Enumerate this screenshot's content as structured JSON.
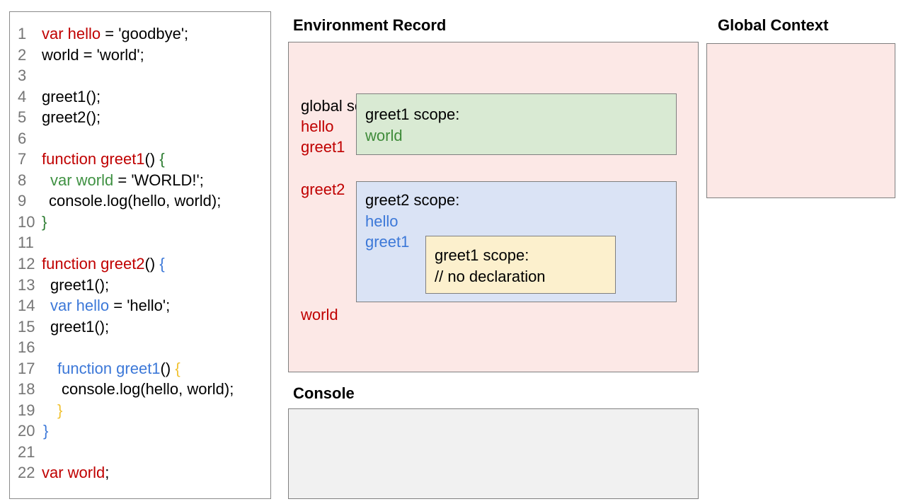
{
  "colors": {
    "red": "#c00000",
    "green": "#3f9142",
    "green_dark": "#2e7d32",
    "green_env": "#3f8b3a",
    "blue": "#3c78d8",
    "yellow": "#f1c232",
    "gray": "#757575",
    "pink_bg": "#fce8e6",
    "green_bg": "#d9ead3",
    "blue_bg": "#dae3f5",
    "yellow_bg": "#fcf0cd",
    "console_bg": "#f1f1f1",
    "border": "#7f7f7f"
  },
  "code_panel": {
    "lines": [
      {
        "n": "1",
        "indent": 0,
        "segments": [
          {
            "t": "var hello",
            "c": "red"
          },
          {
            "t": " = 'goodbye';",
            "c": "black"
          }
        ]
      },
      {
        "n": "2",
        "indent": 0,
        "segments": [
          {
            "t": "world = 'world';",
            "c": "black"
          }
        ]
      },
      {
        "n": "3",
        "indent": 0,
        "segments": []
      },
      {
        "n": "4",
        "indent": 0,
        "segments": [
          {
            "t": "greet1();",
            "c": "black"
          }
        ]
      },
      {
        "n": "5",
        "indent": 0,
        "segments": [
          {
            "t": "greet2();",
            "c": "black"
          }
        ]
      },
      {
        "n": "6",
        "indent": 0,
        "segments": []
      },
      {
        "n": "7",
        "indent": 0,
        "segments": [
          {
            "t": "function greet1",
            "c": "red"
          },
          {
            "t": "() ",
            "c": "black"
          },
          {
            "t": "{",
            "c": "green_dark"
          }
        ]
      },
      {
        "n": "8",
        "indent": 12,
        "segments": [
          {
            "t": "var world",
            "c": "green"
          },
          {
            "t": " = 'WORLD!';",
            "c": "black"
          }
        ]
      },
      {
        "n": "9",
        "indent": 10,
        "segments": [
          {
            "t": "console.log(hello, world);",
            "c": "black"
          }
        ]
      },
      {
        "n": "10",
        "indent": 0,
        "segments": [
          {
            "t": "}",
            "c": "green_dark"
          }
        ]
      },
      {
        "n": "11",
        "indent": 0,
        "segments": []
      },
      {
        "n": "12",
        "indent": 0,
        "segments": [
          {
            "t": "function greet2",
            "c": "red"
          },
          {
            "t": "() ",
            "c": "black"
          },
          {
            "t": "{",
            "c": "blue"
          }
        ]
      },
      {
        "n": "13",
        "indent": 12,
        "segments": [
          {
            "t": "greet1();",
            "c": "black"
          }
        ]
      },
      {
        "n": "14",
        "indent": 12,
        "segments": [
          {
            "t": "var hello",
            "c": "blue"
          },
          {
            "t": " = 'hello';",
            "c": "black"
          }
        ]
      },
      {
        "n": "15",
        "indent": 12,
        "segments": [
          {
            "t": "greet1();",
            "c": "black"
          }
        ]
      },
      {
        "n": "16",
        "indent": 0,
        "segments": []
      },
      {
        "n": "17",
        "indent": 22,
        "segments": [
          {
            "t": "function greet1",
            "c": "blue"
          },
          {
            "t": "() ",
            "c": "black"
          },
          {
            "t": "{",
            "c": "yellow"
          }
        ]
      },
      {
        "n": "18",
        "indent": 28,
        "segments": [
          {
            "t": "console.log(hello, world);",
            "c": "black"
          }
        ]
      },
      {
        "n": "19",
        "indent": 22,
        "segments": [
          {
            "t": "}",
            "c": "yellow"
          }
        ]
      },
      {
        "n": "20",
        "indent": 2,
        "segments": [
          {
            "t": "}",
            "c": "blue"
          }
        ]
      },
      {
        "n": "21",
        "indent": 0,
        "segments": []
      },
      {
        "n": "22",
        "indent": 0,
        "segments": [
          {
            "t": "var world",
            "c": "red"
          },
          {
            "t": ";",
            "c": "black"
          }
        ]
      }
    ]
  },
  "environment_record": {
    "title": "Environment Record",
    "global_scope_label": "global scope:",
    "labels": {
      "hello": "hello",
      "greet1": "greet1",
      "greet2": "greet2",
      "world": "world"
    },
    "greet1_box": {
      "title": "greet1 scope:",
      "vars": [
        "world"
      ]
    },
    "greet2_box": {
      "title": "greet2 scope:",
      "vars": [
        "hello",
        "greet1"
      ],
      "inner_box": {
        "title": "greet1 scope:",
        "comment": "// no declaration"
      }
    }
  },
  "global_context": {
    "title": "Global Context"
  },
  "console": {
    "title": "Console"
  }
}
